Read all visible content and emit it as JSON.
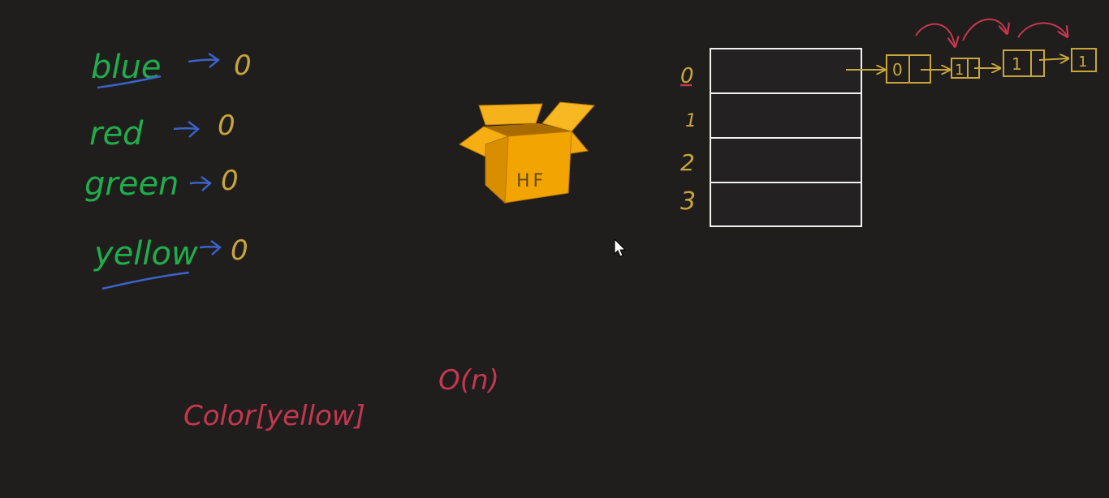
{
  "board": {
    "background": "#201d1d"
  },
  "colors": {
    "green_ink": "#1fae4c",
    "blue_ink": "#3a63c8",
    "yellow_ink": "#c9a63a",
    "red_ink": "#c4384f",
    "white_ink": "#f2f2f2",
    "box_orange": "#f2a500"
  },
  "counts": [
    {
      "key": "blue",
      "value": "0"
    },
    {
      "key": "red",
      "value": "0"
    },
    {
      "key": "green",
      "value": "0"
    },
    {
      "key": "yellow",
      "value": "0"
    }
  ],
  "box": {
    "label": "HF"
  },
  "table": {
    "indices": [
      "0",
      "1",
      "2",
      "3"
    ]
  },
  "chain": {
    "nodes": [
      "0",
      "1",
      "1",
      "1"
    ]
  },
  "lookup": {
    "expression": "Color[yellow]",
    "complexity": "O(n)"
  }
}
